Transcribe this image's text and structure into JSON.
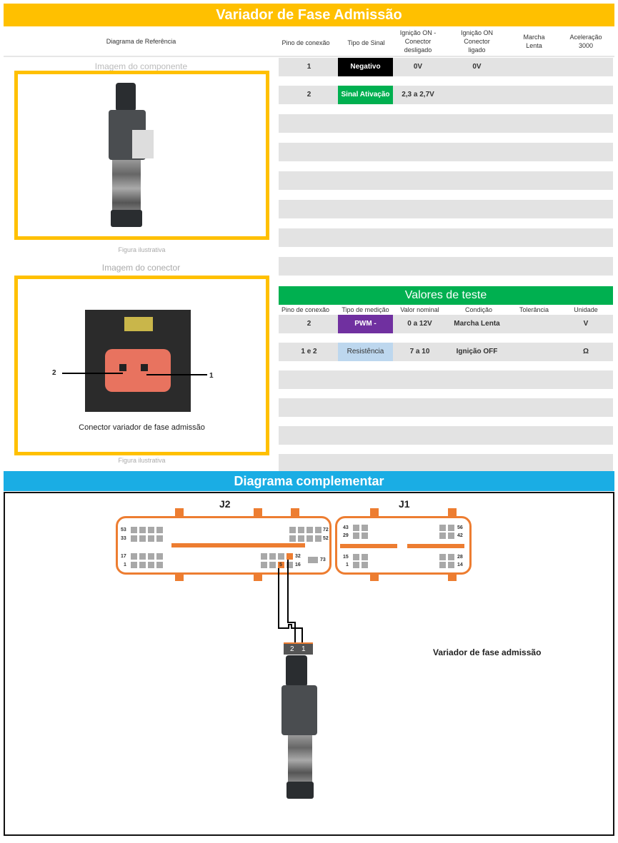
{
  "title": "Variador de Fase Admissão",
  "header": {
    "ref": "Diagrama de Referência",
    "pino": "Pino de conexão",
    "tipo": "Tipo de Sinal",
    "ign_off": "Ignição ON - Conector desligado",
    "ign_on": "Ignição ON Conector ligado",
    "marcha": "Marcha Lenta",
    "acel": "Aceleração 3000"
  },
  "signals": [
    {
      "pino": "1",
      "tipo": "Negativo",
      "color": "#000000",
      "ign_off": "0V",
      "ign_on": "0V"
    },
    {
      "pino": "2",
      "tipo": "Sinal Ativação",
      "color": "#00B050",
      "ign_off": "2,3 a 2,7V",
      "ign_on": ""
    }
  ],
  "left": {
    "comp_caption": "Imagem do componente",
    "fig1": "Figura ilustrativa",
    "conn_caption": "Imagem do conector",
    "conn_label": "Conector variador de fase admissão",
    "fig2": "Figura ilustrativa",
    "pin1": "1",
    "pin2": "2"
  },
  "tests": {
    "title": "Valores de teste",
    "headers": [
      "Pino de conexão",
      "Tipo de medição",
      "Valor nominal",
      "Condição",
      "Tolerância",
      "Unidade"
    ],
    "rows": [
      {
        "pino": "2",
        "tipo": "PWM -",
        "color": "#7030A0",
        "valor": "0 a 12V",
        "cond": "Marcha Lenta",
        "unid": "V"
      },
      {
        "pino": "1 e 2",
        "tipo": "Resistência",
        "color": "#BDD7EE",
        "valor": "7 a 10",
        "cond": "Ignição OFF",
        "unid": "Ω"
      }
    ]
  },
  "diagram": {
    "title": "Diagrama complementar",
    "j2": "J2",
    "j1": "J1",
    "component": "Variador de fase admissão",
    "plug_pins": [
      "2",
      "1"
    ],
    "j2_labels": [
      "53",
      "33",
      "17",
      "1",
      "72",
      "52",
      "32",
      "16",
      "5",
      "73"
    ],
    "j1_labels": [
      "43",
      "29",
      "15",
      "1",
      "56",
      "42",
      "28",
      "14"
    ]
  }
}
